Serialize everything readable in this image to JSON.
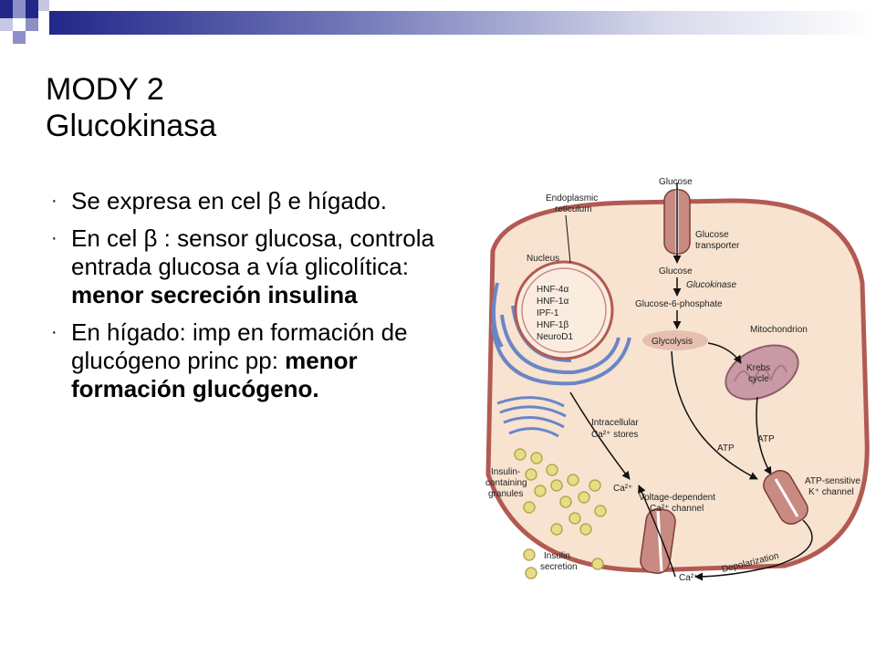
{
  "slide": {
    "title_line1": "MODY 2",
    "title_line2": "Glucokinasa",
    "bullets": [
      {
        "text": "Se expresa en cel β e hígado.",
        "bold": ""
      },
      {
        "text": "En cel β : sensor glucosa, controla entrada glucosa a vía glicolítica: ",
        "bold": "menor secreción insulina"
      },
      {
        "text": "En hígado: imp en formación de glucógeno princ pp: ",
        "bold": "menor formación glucógeno."
      }
    ],
    "bullet_symbol": "·"
  },
  "diagram": {
    "labels": {
      "glucose_top": "Glucose",
      "er_line1": "Endoplasmic",
      "er_line2": "reticulum",
      "glut_line1": "Glucose",
      "glut_line2": "transporter",
      "nucleus": "Nucleus",
      "nucleus_factors": [
        "HNF-4α",
        "HNF-1α",
        "IPF-1",
        "HNF-1β",
        "NeuroD1"
      ],
      "glucose_inner": "Glucose",
      "glucokinase": "Glucokinase",
      "g6p": "Glucose-6-phosphate",
      "glycolysis": "Glycolysis",
      "mitochondrion": "Mitochondrion",
      "krebs_line1": "Krebs",
      "krebs_line2": "cycle",
      "ic_line1": "Intracellular",
      "ic_line2": "Ca²⁺ stores",
      "atp_left": "ATP",
      "atp_right": "ATP",
      "granules_line1": "Insulin-",
      "granules_line2": "containing",
      "granules_line3": "granules",
      "ca_inner": "Ca²⁺",
      "vd_line1": "Voltage-dependent",
      "vd_line2": "Ca²⁺ channel",
      "katp_line1": "ATP-sensitive",
      "katp_line2": "K⁺ channel",
      "secretion_line1": "Insulin",
      "secretion_line2": "secretion",
      "depolarization": "Depolarization",
      "ca_outer": "Ca²⁺"
    },
    "colors": {
      "cell_fill": "#f7e3d0",
      "cell_border": "#b25a52",
      "er": "#6b86c6",
      "mito": "#c99aa6",
      "granule": "#e8dc86",
      "glycolysis": "#e6bfb0"
    }
  }
}
